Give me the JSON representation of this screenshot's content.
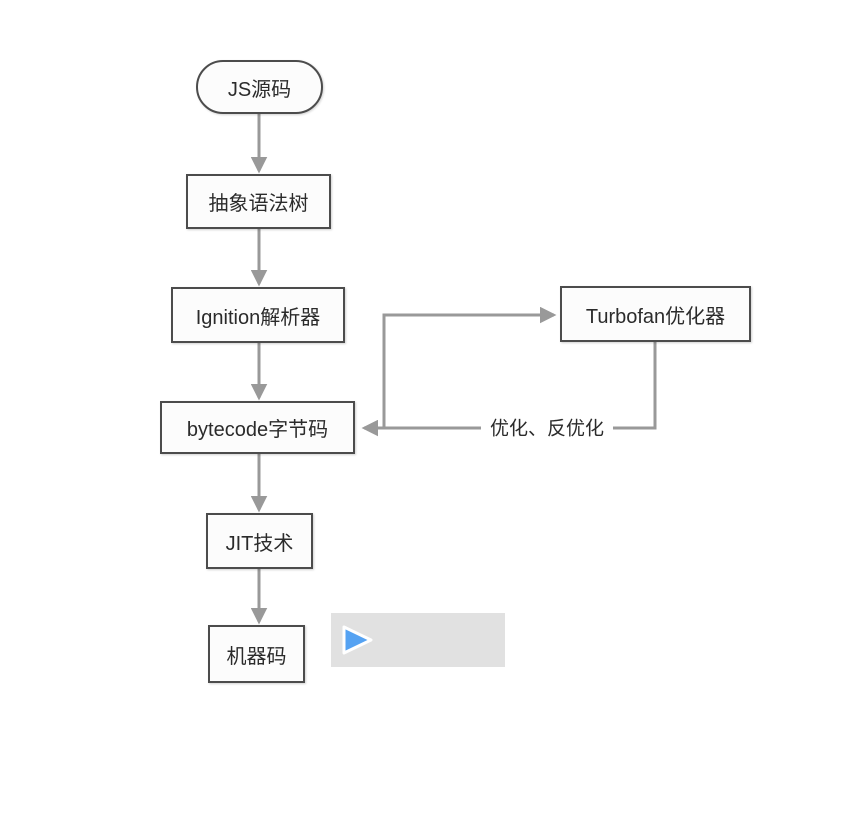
{
  "diagram": {
    "type": "flowchart",
    "nodes": {
      "js_source": {
        "label": "JS源码",
        "shape": "terminator"
      },
      "ast": {
        "label": "抽象语法树",
        "shape": "rectangle"
      },
      "ignition": {
        "label": "Ignition解析器",
        "shape": "rectangle"
      },
      "bytecode": {
        "label": "bytecode字节码",
        "shape": "rectangle"
      },
      "jit": {
        "label": "JIT技术",
        "shape": "rectangle"
      },
      "machine_code": {
        "label": "机器码",
        "shape": "rectangle"
      },
      "turbofan": {
        "label": "Turbofan优化器",
        "shape": "rectangle"
      }
    },
    "edges": [
      {
        "from": "js_source",
        "to": "ast",
        "label": ""
      },
      {
        "from": "ast",
        "to": "ignition",
        "label": ""
      },
      {
        "from": "ignition",
        "to": "bytecode",
        "label": ""
      },
      {
        "from": "bytecode",
        "to": "jit",
        "label": ""
      },
      {
        "from": "jit",
        "to": "machine_code",
        "label": ""
      },
      {
        "from": "bytecode",
        "to": "turbofan",
        "label": ""
      },
      {
        "from": "turbofan",
        "to": "bytecode",
        "label": "优化、反优化"
      }
    ],
    "edge_labels": {
      "optimize_deoptimize": "优化、反优化"
    },
    "colors": {
      "canvas_background": "#ffffff",
      "connector_line": "#999999",
      "node_border": "#4c4c4c",
      "node_fill": "#fcfcfc",
      "node_text": "#2b2b2b",
      "video_bar_background": "#e1e1e1",
      "play_triangle_fill": "#55a2f2",
      "play_triangle_outline": "#ffffff"
    }
  },
  "video_embed": {
    "play_icon": {
      "name": "play-icon",
      "glyph": "▶"
    }
  }
}
